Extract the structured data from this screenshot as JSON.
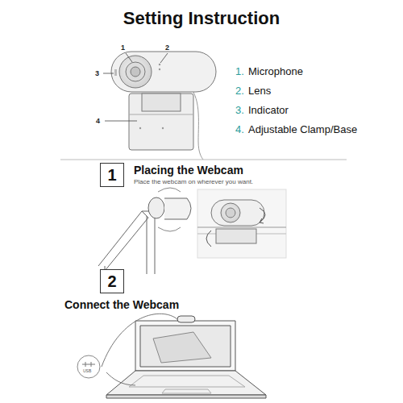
{
  "diagram": {
    "title": "Setting Instruction",
    "nodes": [
      {
        "text": [
          "1"
        ]
      },
      {
        "text": [
          "2"
        ]
      }
    ],
    "labels": [
      "1",
      "2",
      "3",
      "4",
      "1.",
      "Microphone",
      "2.",
      "Lens",
      "3.",
      "Indicator",
      "4.",
      "Adjustable Clamp/Base",
      "Placing the Webcam",
      "Place the webcam on wherever you want.",
      "Connect the Webcam",
      "USB"
    ]
  }
}
